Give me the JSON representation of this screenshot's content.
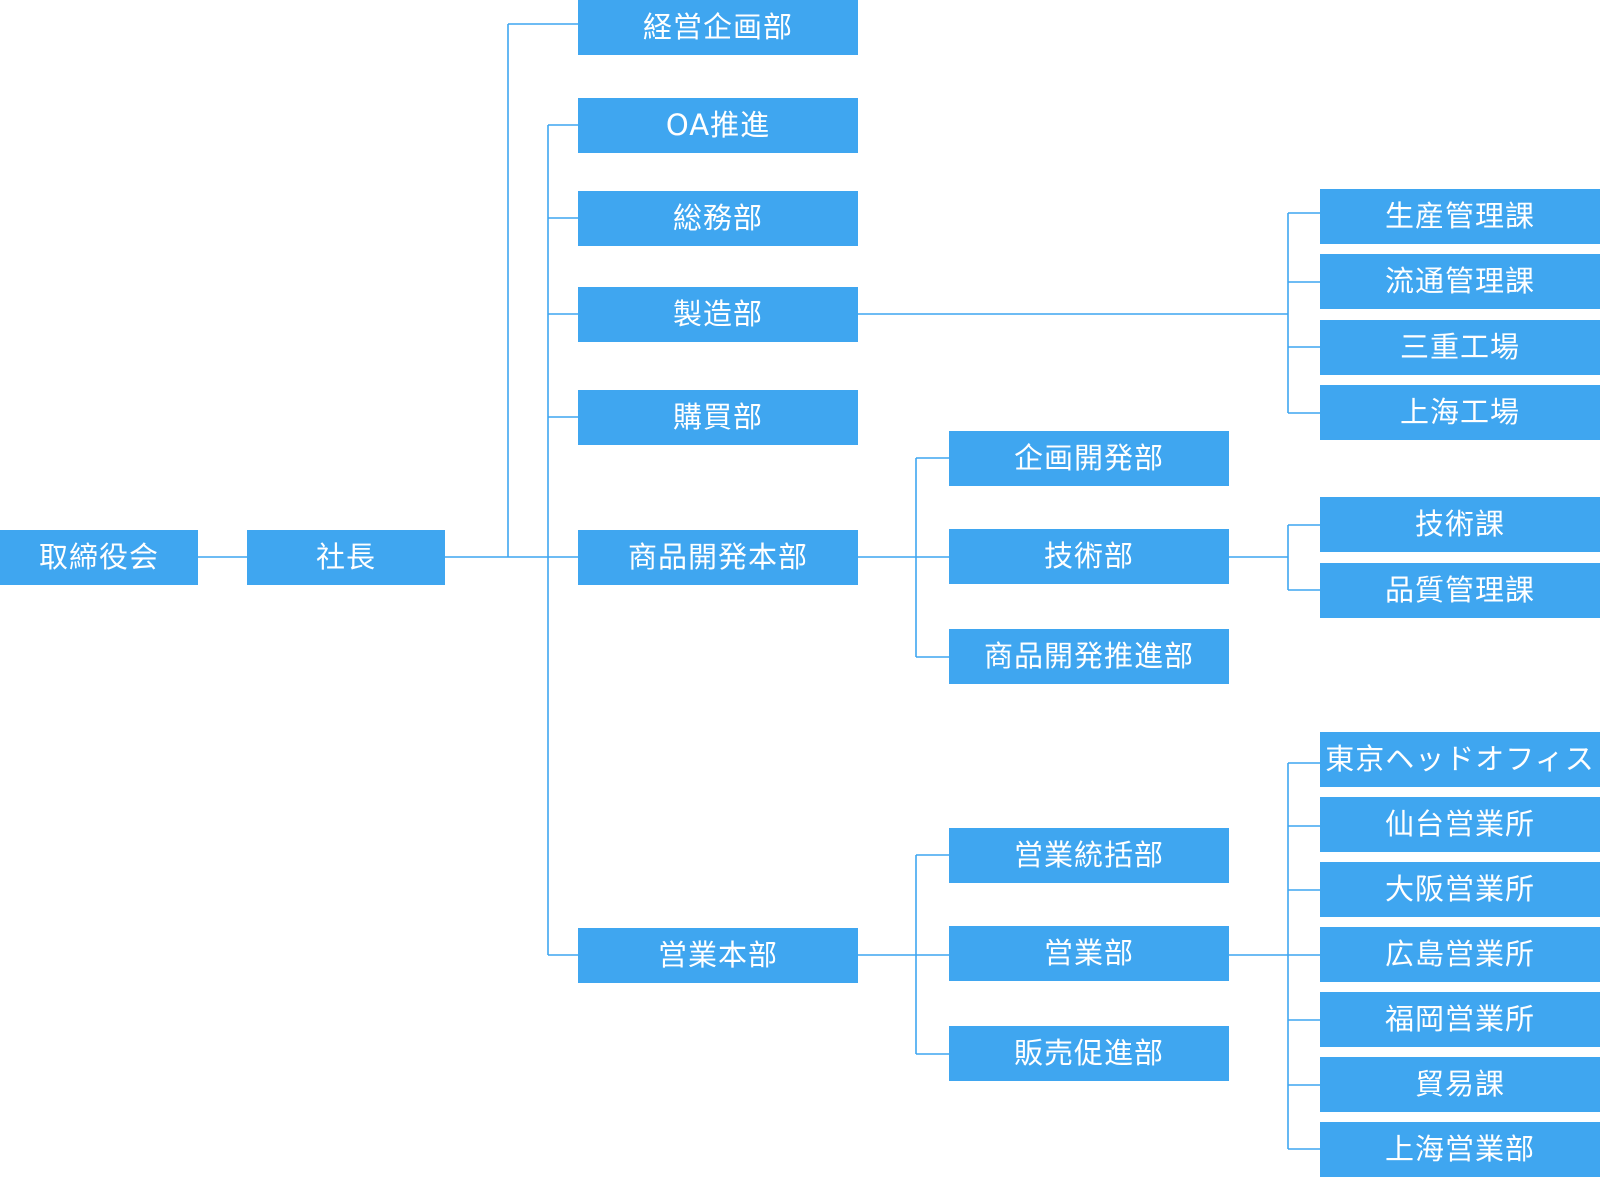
{
  "nodes": {
    "board": "取締役会",
    "president": "社長",
    "corporate_planning": "経営企画部",
    "oa_promotion": "OA推進",
    "general_affairs": "総務部",
    "manufacturing": "製造部",
    "purchasing": "購買部",
    "product_dev_hq": "商品開発本部",
    "sales_hq": "営業本部",
    "planning_dev": "企画開発部",
    "engineering": "技術部",
    "product_dev_promo": "商品開発推進部",
    "sales_control": "営業統括部",
    "sales_dept": "営業部",
    "sales_promo": "販売促進部",
    "production_mgmt": "生産管理課",
    "distribution_mgmt": "流通管理課",
    "mie_factory": "三重工場",
    "shanghai_factory": "上海工場",
    "tech_section": "技術課",
    "quality_mgmt": "品質管理課",
    "tokyo_ho": "東京ヘッドオフィス",
    "sendai_office": "仙台営業所",
    "osaka_office": "大阪営業所",
    "hiroshima_office": "広島営業所",
    "fukuoka_office": "福岡営業所",
    "trade_section": "貿易課",
    "shanghai_sales": "上海営業部"
  }
}
